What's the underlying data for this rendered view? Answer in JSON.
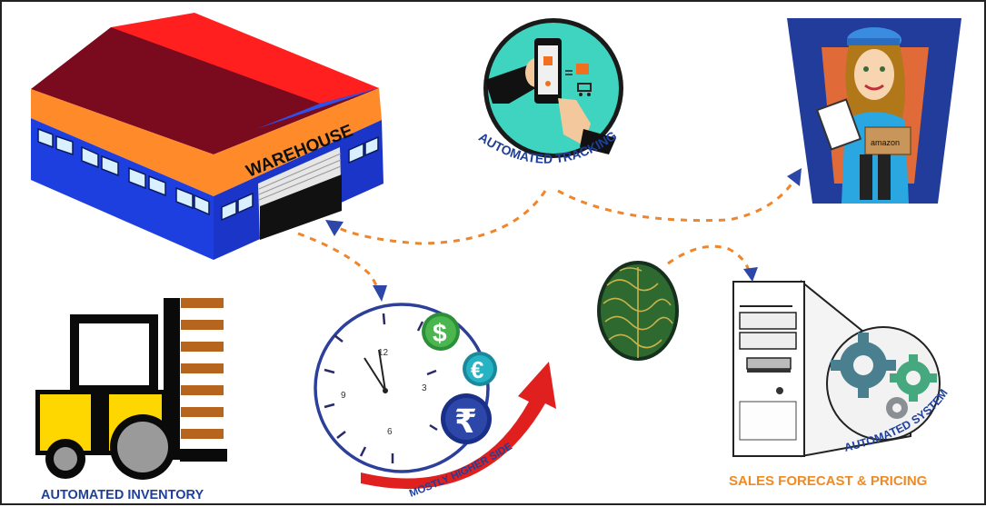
{
  "labels": {
    "warehouse_sign": "WAREHOUSE",
    "automated_tracking": "AUTOMATED TRACKING",
    "automated_inventory": "AUTOMATED INVENTORY",
    "mostly_higher_side": "MOSTLY HIGHER SIDE",
    "automated_system": "AUTOMATED SYSTEM",
    "sales_forecast_pricing": "SALES FORECAST & PRICING",
    "box_brand": "amazon"
  },
  "clock": {
    "n12": "12",
    "n3": "3",
    "n6": "6",
    "n9": "9"
  },
  "currency": {
    "dollar": "$",
    "euro": "€",
    "rupee": "₹"
  },
  "colors": {
    "arrow_orange": "#f0852a",
    "arrow_head": "#2c47a8",
    "label_blue": "#1f3f9a",
    "label_orange": "#f08a24",
    "roof_red": "#e0101e",
    "wall_blue": "#1d3fe0",
    "band_orange": "#ff8a2a",
    "forklift_yellow": "#ffd700",
    "pallet_brown": "#b5651d",
    "trend_red": "#e0201e",
    "tracking_teal": "#3fd4bf",
    "banner_navy": "#223c9c"
  },
  "icons": [
    "warehouse-icon",
    "phone-tracking-icon",
    "delivery-person-icon",
    "forklift-icon",
    "clock-icon",
    "dollar-coin-icon",
    "euro-coin-icon",
    "rupee-coin-icon",
    "trend-arrow-icon",
    "brain-icon",
    "computer-tower-icon",
    "gears-icon"
  ]
}
